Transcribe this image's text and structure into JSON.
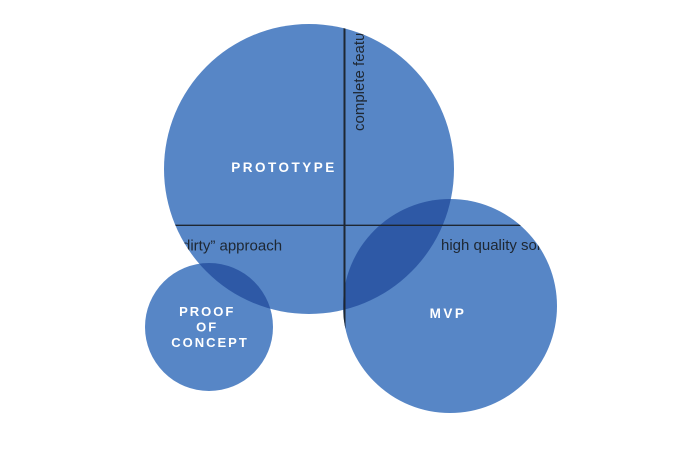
{
  "diagram": {
    "title": "",
    "colors": {
      "background": "#ffffff",
      "circle_fill": "#5786C6",
      "overlap_fill": "#2E59A6",
      "axis_color": "#1E2732",
      "axis_text_color": "#1E2732",
      "circle_label_color": "#ffffff"
    },
    "axes": {
      "vertical_label": "complete featu",
      "left_label": "dirty” approach",
      "right_label": "high quality sol"
    },
    "circles": [
      {
        "id": "prototype",
        "label": "PROTOTYPE"
      },
      {
        "id": "proof-of-concept",
        "label_lines": [
          "PROOF",
          "OF",
          "CONCEPT"
        ]
      },
      {
        "id": "mvp",
        "label": "MVP"
      }
    ]
  }
}
